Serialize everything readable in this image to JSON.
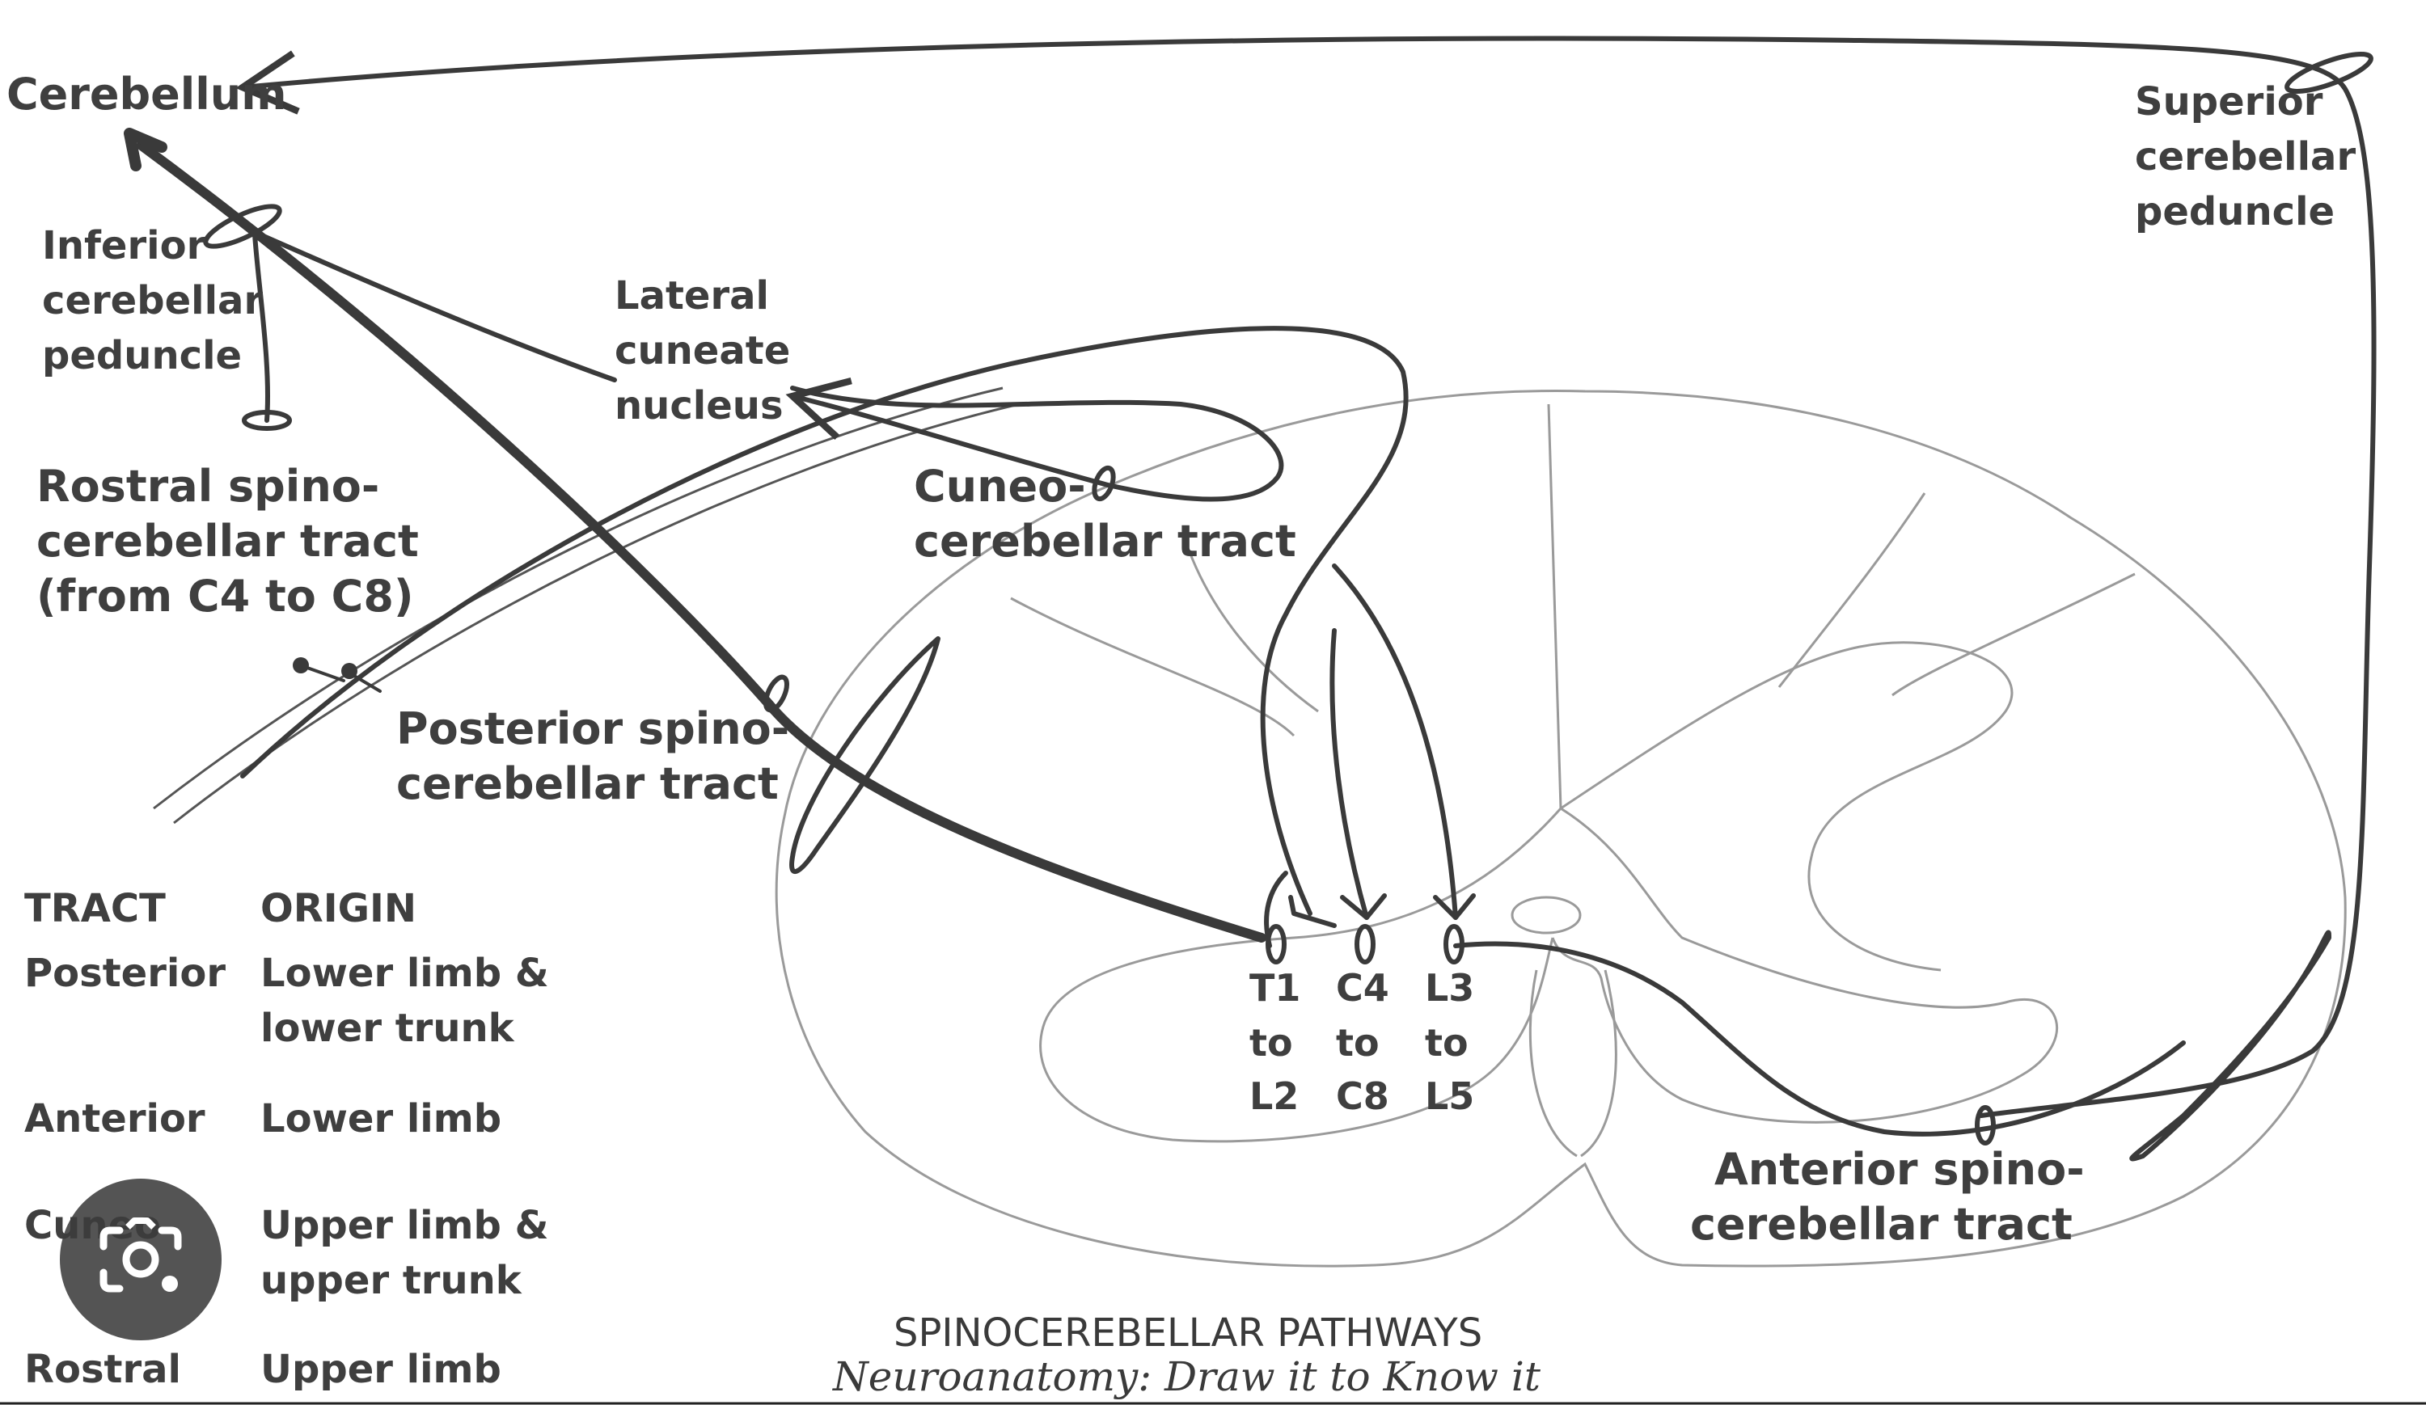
{
  "labels": {
    "cerebellum": "Cerebellum",
    "inferior_peduncle": [
      "Inferior",
      "cerebellar",
      "peduncle"
    ],
    "lateral_cuneate": [
      "Lateral",
      "cuneate",
      "nucleus"
    ],
    "superior_peduncle": [
      "Superior",
      "cerebellar",
      "peduncle"
    ],
    "rostral_tract": [
      "Rostral spino-",
      "cerebellar tract",
      "(from C4 to C8)"
    ],
    "cuneo_tract": [
      "Cuneo-",
      "cerebellar tract"
    ],
    "posterior_tract": [
      "Posterior spino-",
      "cerebellar tract"
    ],
    "anterior_tract": [
      "Anterior spino-",
      "cerebellar tract"
    ],
    "segments": [
      [
        "T1",
        "to",
        "L2"
      ],
      [
        "C4",
        "to",
        "C8"
      ],
      [
        "L3",
        "to",
        "L5"
      ]
    ]
  },
  "table": {
    "headers": [
      "TRACT",
      "ORIGIN"
    ],
    "rows": [
      {
        "tract": "Posterior",
        "origin": [
          "Lower limb &",
          "lower trunk"
        ]
      },
      {
        "tract": "Anterior",
        "origin": [
          "Lower limb"
        ]
      },
      {
        "tract": "Cuneo",
        "origin": [
          "Upper limb &",
          "upper trunk"
        ]
      },
      {
        "tract": "Rostral",
        "origin": [
          "Upper limb"
        ]
      }
    ]
  },
  "caption": {
    "title": "SPINOCEREBELLAR PATHWAYS",
    "subtitle": "Neuroanatomy: Draw it to Know it"
  },
  "overlay": {
    "lens_icon": "google-lens-icon"
  }
}
